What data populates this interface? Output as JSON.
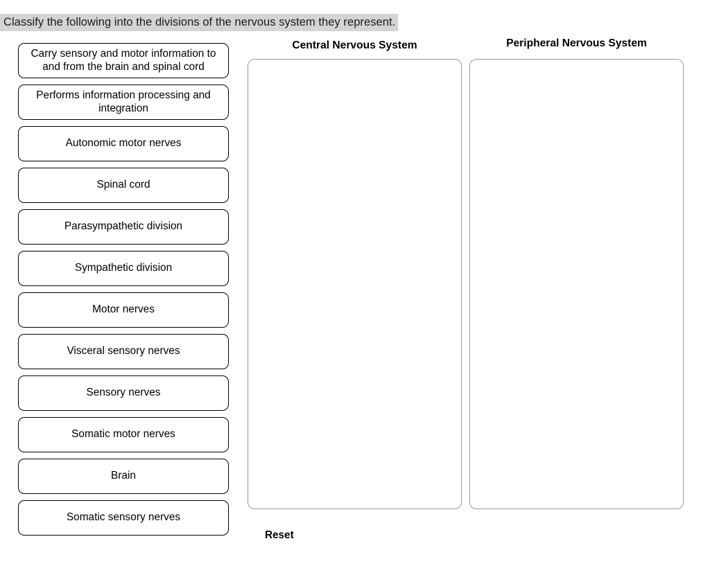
{
  "prompt": {
    "text": "Classify the following into the divisions of the nervous system they represent.",
    "highlight_color": "#d4d4d4"
  },
  "item_bank": {
    "items": [
      {
        "label": "Carry sensory and motor information to and from the brain and spinal cord"
      },
      {
        "label": "Performs information processing and integration"
      },
      {
        "label": "Autonomic motor nerves"
      },
      {
        "label": "Spinal cord"
      },
      {
        "label": "Parasympathetic division"
      },
      {
        "label": "Sympathetic division"
      },
      {
        "label": "Motor nerves"
      },
      {
        "label": "Visceral sensory nerves"
      },
      {
        "label": "Sensory nerves"
      },
      {
        "label": "Somatic motor nerves"
      },
      {
        "label": "Brain"
      },
      {
        "label": "Somatic sensory nerves"
      }
    ]
  },
  "categories": [
    {
      "title": "Central Nervous System",
      "dropped_items": []
    },
    {
      "title": "Peripheral Nervous System",
      "dropped_items": []
    }
  ],
  "controls": {
    "reset_label": "Reset"
  },
  "colors": {
    "card_border": "#000000",
    "zone_border": "#9a9a9a",
    "text": "#000000",
    "page_background": "#ffffff"
  }
}
